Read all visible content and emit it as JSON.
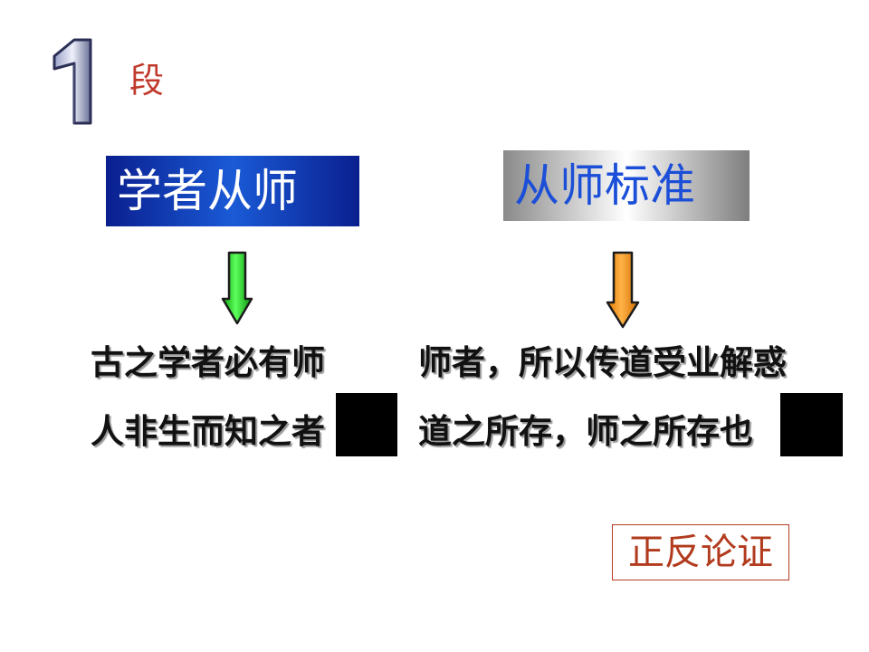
{
  "slide": {
    "section_numeral": "1",
    "section_label": "段"
  },
  "left": {
    "heading": "学者从师",
    "line1": "古之学者必有师",
    "line2": "人非生而知之者"
  },
  "right": {
    "heading": "从师标准",
    "line1": "师者，所以传道受业解惑",
    "line2": "道之所存，师之所存也"
  },
  "conclusion": "正反论证",
  "colors": {
    "left_box": "#1a4fd0",
    "right_box_text": "#1c4fd8",
    "arrow_left": "#22dd22",
    "arrow_right": "#ff9a1a",
    "accent_red": "#b23b1e"
  }
}
